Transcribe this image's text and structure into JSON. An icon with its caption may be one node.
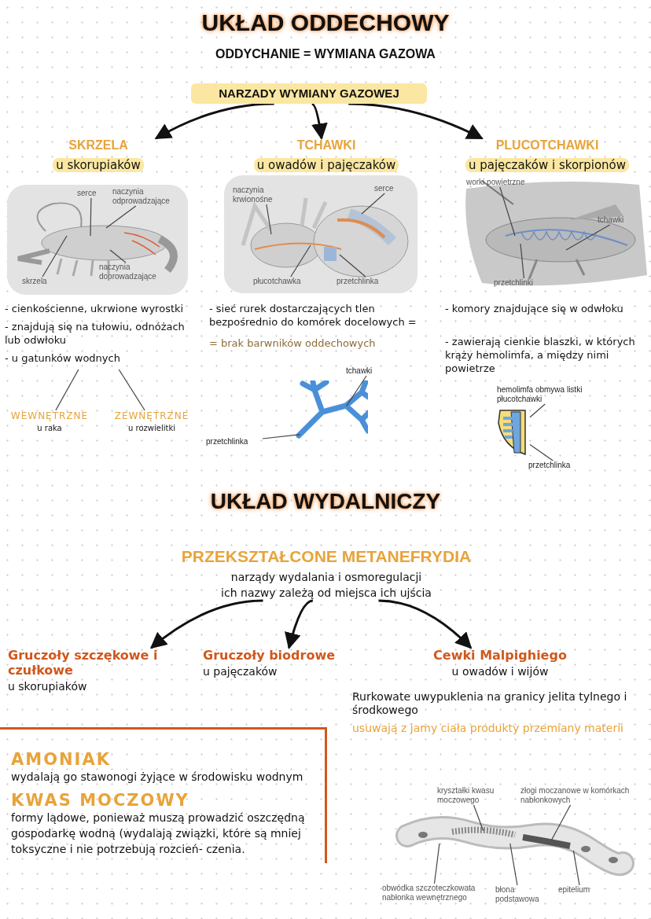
{
  "diagram": {
    "title": "UKŁAD ODDECHOWY",
    "nodes": [
      {
        "text": [
          "NARZADY WYMIANY GAZOWEJ"
        ]
      },
      {
        "text": [
          "SKRZELA",
          "u skorupiaków"
        ]
      },
      {
        "text": [
          "TCHAWKI",
          "u owadów i pajęczaków"
        ]
      },
      {
        "text": [
          "PLUCOTCHAWKI",
          "u pajęczaków i skorpionów"
        ]
      },
      {
        "text": [],
        "shape": "picture"
      },
      {
        "text": [
          "serce"
        ],
        "in": 4
      },
      {
        "text": [
          "naczynia odprowadzające"
        ],
        "in": 4
      },
      {
        "text": [
          "naczynia doprowadzające"
        ],
        "in": 4
      },
      {
        "text": [
          "skrzela"
        ],
        "in": 4
      },
      {
        "text": [
          "- cienkościenne, ukrwione wyrostki",
          "- znajdują się na tułowiu, odnóżach lub odwłoku",
          "- u gatunków wodnych"
        ]
      },
      {
        "text": [
          "WEWNĘTRZNE",
          "u raka"
        ]
      },
      {
        "text": [
          "ZEWNĘTRZNE",
          "u rozwielitki"
        ]
      },
      {
        "text": [],
        "shape": "picture"
      },
      {
        "text": [
          "naczynia krwionośne"
        ],
        "in": 12
      },
      {
        "text": [
          "serce"
        ],
        "in": 12
      },
      {
        "text": [
          "płucotchawka"
        ],
        "in": 12
      },
      {
        "text": [
          "przetchlinka"
        ],
        "in": 12
      },
      {
        "text": [],
        "shape": "picture"
      },
      {
        "text": [
          "tchawki"
        ]
      },
      {
        "text": [
          "przetchlinka"
        ]
      },
      {
        "text": [],
        "shape": "picture"
      },
      {
        "text": [
          "worki powietrzne"
        ],
        "in": 20
      },
      {
        "text": [
          "tchawki"
        ],
        "in": 20
      },
      {
        "text": [
          "przetchlinki"
        ],
        "in": 20
      },
      {
        "text": [],
        "shape": "picture"
      },
      {
        "text": [
          "hemolimfa obmywa listki płucotchawki"
        ]
      },
      {
        "text": [
          "przetchlinka"
        ]
      },
      {
        "text": [
          "PRZEKSZTAŁCONE METANEFRYDIA",
          "narządy wydalania i osmoregulacji",
          "ich nazwy zależą od miejsca ich ujścia"
        ]
      },
      {
        "text": [
          "Gruczoły szczękowe i czułkowe",
          "u skorupiaków"
        ]
      },
      {
        "text": [
          "Gruczoły biodrowe",
          "u pajęczaków"
        ]
      },
      {
        "text": [
          "Cewki Malpighiego",
          "u owadów i wijów"
        ],
        "beside": [
          "Rurkowate uwypuklenia na granicy jelita tylnego i środkowego",
          "usuwają z jamy ciała produkty przemiany materii"
        ]
      },
      {
        "text": [],
        "shape": "picture"
      },
      {
        "text": [
          "kryształki kwasu moczowego"
        ]
      },
      {
        "text": [
          "złogi moczanowe w komórkach nabłonkowych"
        ]
      },
      {
        "text": [
          "obwódka szczoteczkowata nabłonka wewnętrznego"
        ]
      },
      {
        "text": [
          "błona podstawowa"
        ]
      },
      {
        "text": [
          "epitelium"
        ]
      },
      {
        "text": [
          "AMONIAK",
          "wydalają go stawonogi żyjące w środowisku wodnym",
          "KWAS MOCZOWY",
          "formy lądowe, ponieważ muszą prowadzić oszczędną gospodarkę wodną (wydalają związki, które są mniej toksyczne i nie potrzebują rozcień- czenia."
        ]
      }
    ],
    "edges": [
      {
        "from": 0,
        "to": 1,
        "arrow": "to",
        "style": "thick"
      },
      {
        "from": 0,
        "to": 2,
        "arrow": "to",
        "style": "thick"
      },
      {
        "from": 0,
        "to": 3,
        "arrow": "to",
        "style": "thick"
      },
      {
        "from": 5,
        "to": null,
        "arrow": "none"
      },
      {
        "from": 6,
        "to": null,
        "arrow": "none"
      },
      {
        "from": 7,
        "to": null,
        "arrow": "none"
      },
      {
        "from": 8,
        "to": null,
        "arrow": "none"
      },
      {
        "from": 9,
        "to": 10,
        "arrow": "none"
      },
      {
        "from": 9,
        "to": 11,
        "arrow": "none"
      },
      {
        "from": 13,
        "to": null,
        "arrow": "none"
      },
      {
        "from": 14,
        "to": null,
        "arrow": "none"
      },
      {
        "from": 15,
        "to": null,
        "arrow": "none"
      },
      {
        "from": 16,
        "to": null,
        "arrow": "none"
      },
      {
        "from": 18,
        "to": 17,
        "arrow": "none"
      },
      {
        "from": 19,
        "to": 17,
        "arrow": "none"
      },
      {
        "from": 21,
        "to": null,
        "arrow": "none"
      },
      {
        "from": 22,
        "to": null,
        "arrow": "none"
      },
      {
        "from": 23,
        "to": null,
        "arrow": "none"
      },
      {
        "from": 25,
        "to": 24,
        "arrow": "none"
      },
      {
        "from": 26,
        "to": 24,
        "arrow": "none"
      },
      {
        "from": 27,
        "to": 28,
        "arrow": "to",
        "style": "thick"
      },
      {
        "from": 27,
        "to": 29,
        "arrow": "to",
        "style": "thick"
      },
      {
        "from": 27,
        "to": 30,
        "arrow": "to",
        "style": "thick"
      },
      {
        "from": 32,
        "to": 31,
        "arrow": "none"
      },
      {
        "from": 33,
        "to": 31,
        "arrow": "none"
      },
      {
        "from": 34,
        "to": 31,
        "arrow": "none"
      },
      {
        "from": 35,
        "to": 31,
        "arrow": "none"
      },
      {
        "from": 36,
        "to": 31,
        "arrow": "none"
      }
    ],
    "labels": [
      "ODDYCHANIE = WYMIANA GAZOWA",
      "- sieć rurek dostarczających tlen bezpośrednio do komórek docelowych =",
      "= brak barwników oddechowych",
      "- komory znajdujące się w odwłoku",
      "- zawierają cienkie blaszki, w których krąży hemolimfa, a między nimi powietrze",
      "UKŁAD WYDALNICZY"
    ]
  }
}
